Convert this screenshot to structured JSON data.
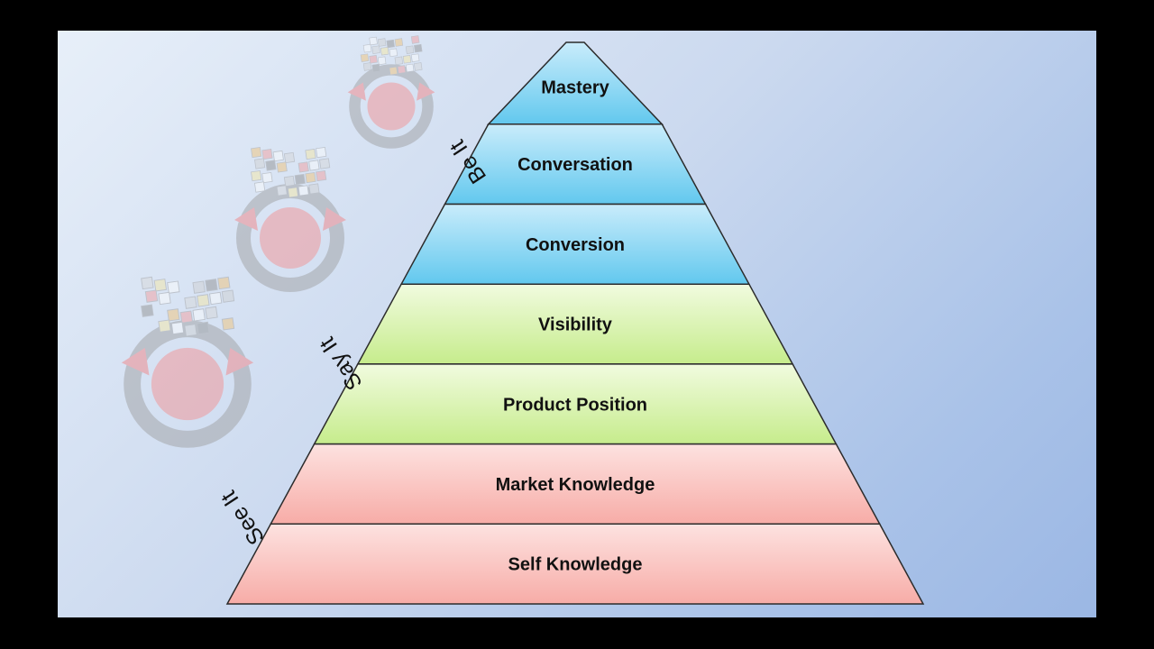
{
  "pyramid": {
    "tiers": [
      {
        "label": "Mastery",
        "group": "blue"
      },
      {
        "label": "Conversation",
        "group": "blue"
      },
      {
        "label": "Conversion",
        "group": "blue"
      },
      {
        "label": "Visibility",
        "group": "green"
      },
      {
        "label": "Product Position",
        "group": "green"
      },
      {
        "label": "Market Knowledge",
        "group": "red"
      },
      {
        "label": "Self Knowledge",
        "group": "red"
      }
    ],
    "stages": [
      {
        "label": "Be It"
      },
      {
        "label": "Say It"
      },
      {
        "label": "See It"
      }
    ]
  },
  "colors": {
    "blue_light": "#c9ecfb",
    "blue_dark": "#62c8ee",
    "green_light": "#f1fbdf",
    "green_dark": "#c6ec8c",
    "red_light": "#fde2e0",
    "red_dark": "#f7aca7",
    "outline": "#2b2b2b",
    "background_light": "#e7eff9",
    "background_dark": "#9bb7e4"
  },
  "decorations": {
    "icon_name": "puzzle-ring-icon"
  }
}
